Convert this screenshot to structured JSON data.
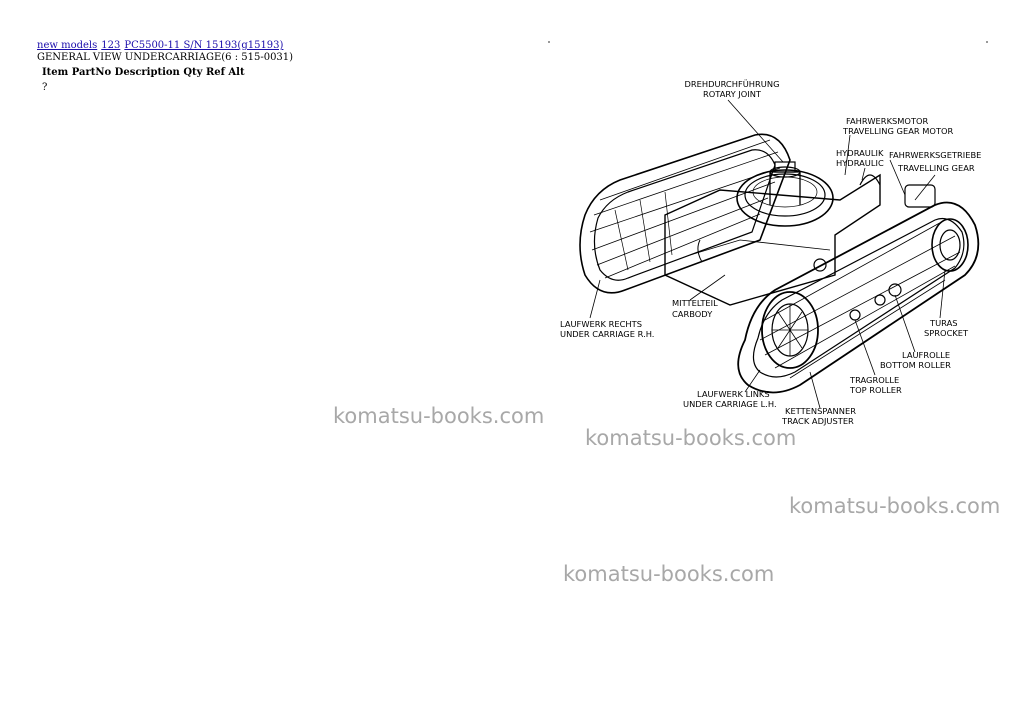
{
  "breadcrumb": {
    "items": [
      "new models",
      "123",
      "PC5500-11 S/N 15193(g15193)"
    ]
  },
  "page": {
    "title": "GENERAL VIEW UNDERCARRIAGE(6 : 515-0031)"
  },
  "parts_table": {
    "headers": [
      "Item",
      "PartNo",
      "Description",
      "Qty",
      "Ref",
      "Alt"
    ],
    "rows": [
      [
        "?"
      ]
    ]
  },
  "diagram": {
    "labels": {
      "rotary_joint_de": "DREHDURCHFÜHRUNG",
      "rotary_joint_en": "ROTARY JOINT",
      "travel_motor_de": "FAHRWERKSMOTOR",
      "travel_motor_en": "TRAVELLING GEAR MOTOR",
      "hydraulic_de": "HYDRAULIK",
      "hydraulic_en": "HYDRAULIC",
      "travel_gear_de": "FAHRWERKSGETRIEBE",
      "travel_gear_en": "TRAVELLING GEAR",
      "carbody_de": "MITTELTEIL",
      "carbody_en": "CARBODY",
      "uc_rh_de": "LAUFWERK RECHTS",
      "uc_rh_en": "UNDER CARRIAGE R.H.",
      "sprocket_de": "TURAS",
      "sprocket_en": "SPROCKET",
      "bottom_roller_de": "LAUFROLLE",
      "bottom_roller_en": "BOTTOM ROLLER",
      "top_roller_de": "TRAGROLLE",
      "top_roller_en": "TOP ROLLER",
      "uc_lh_de": "LAUFWERK LINKS",
      "uc_lh_en": "UNDER CARRIAGE L.H.",
      "adjuster_de": "KETTENSPANNER",
      "adjuster_en": "TRACK ADJUSTER"
    }
  },
  "watermarks": [
    "komatsu-books.com",
    "komatsu-books.com",
    "komatsu-books.com",
    "komatsu-books.com"
  ]
}
